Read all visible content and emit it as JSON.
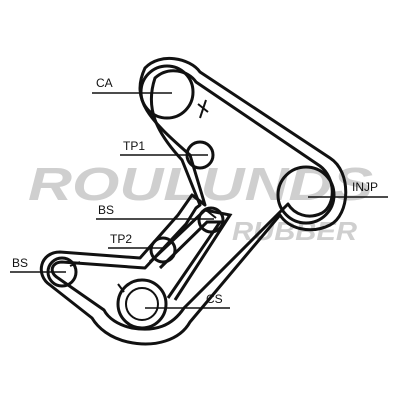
{
  "labels": {
    "ca": "CA",
    "tp1": "TP1",
    "bs_upper": "BS",
    "tp2": "TP2",
    "bs_left": "BS",
    "cs": "CS",
    "injp": "INJP"
  },
  "watermark": {
    "line1": "ROULUNDS",
    "line2": "RUBBER"
  },
  "colors": {
    "belt": "#111111",
    "watermark": "#cfcfcf",
    "background": "#ffffff"
  }
}
